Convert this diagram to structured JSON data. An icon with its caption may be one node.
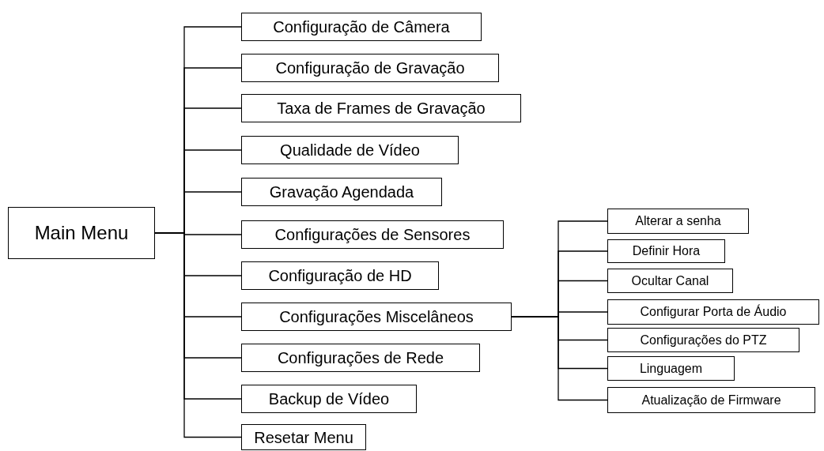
{
  "diagram": {
    "nodes": [
      {
        "text": [
          "Main Menu"
        ]
      },
      {
        "text": [
          "Configuração de Câmera"
        ]
      },
      {
        "text": [
          "Configuração de Gravação"
        ]
      },
      {
        "text": [
          "Taxa de Frames de Gravação"
        ]
      },
      {
        "text": [
          "Qualidade de Vídeo"
        ]
      },
      {
        "text": [
          "Gravação Agendada"
        ]
      },
      {
        "text": [
          "Configurações de Sensores"
        ]
      },
      {
        "text": [
          "Configuração de HD"
        ]
      },
      {
        "text": [
          "Configurações Miscelâneos"
        ]
      },
      {
        "text": [
          "Configurações de Rede"
        ]
      },
      {
        "text": [
          "Backup de Vídeo"
        ]
      },
      {
        "text": [
          "Resetar Menu"
        ]
      },
      {
        "text": [
          "Alterar a senha"
        ]
      },
      {
        "text": [
          "Definir Hora"
        ]
      },
      {
        "text": [
          "Ocultar Canal"
        ]
      },
      {
        "text": [
          "Configurar Porta de Áudio"
        ]
      },
      {
        "text": [
          "Configurações do PTZ"
        ]
      },
      {
        "text": [
          "Linguagem"
        ]
      },
      {
        "text": [
          "Atualização de Firmware"
        ]
      }
    ],
    "edges": [
      {
        "from": 0,
        "to": 1,
        "arrow": "none"
      },
      {
        "from": 0,
        "to": 2,
        "arrow": "none"
      },
      {
        "from": 0,
        "to": 3,
        "arrow": "none"
      },
      {
        "from": 0,
        "to": 4,
        "arrow": "none"
      },
      {
        "from": 0,
        "to": 5,
        "arrow": "none"
      },
      {
        "from": 0,
        "to": 6,
        "arrow": "none"
      },
      {
        "from": 0,
        "to": 7,
        "arrow": "none"
      },
      {
        "from": 0,
        "to": 8,
        "arrow": "none"
      },
      {
        "from": 0,
        "to": 9,
        "arrow": "none"
      },
      {
        "from": 0,
        "to": 10,
        "arrow": "none"
      },
      {
        "from": 0,
        "to": 11,
        "arrow": "none"
      },
      {
        "from": 8,
        "to": 12,
        "arrow": "none"
      },
      {
        "from": 8,
        "to": 13,
        "arrow": "none"
      },
      {
        "from": 8,
        "to": 14,
        "arrow": "none"
      },
      {
        "from": 8,
        "to": 15,
        "arrow": "none"
      },
      {
        "from": 8,
        "to": 16,
        "arrow": "none"
      },
      {
        "from": 8,
        "to": 17,
        "arrow": "none"
      },
      {
        "from": 8,
        "to": 18,
        "arrow": "none"
      }
    ]
  }
}
